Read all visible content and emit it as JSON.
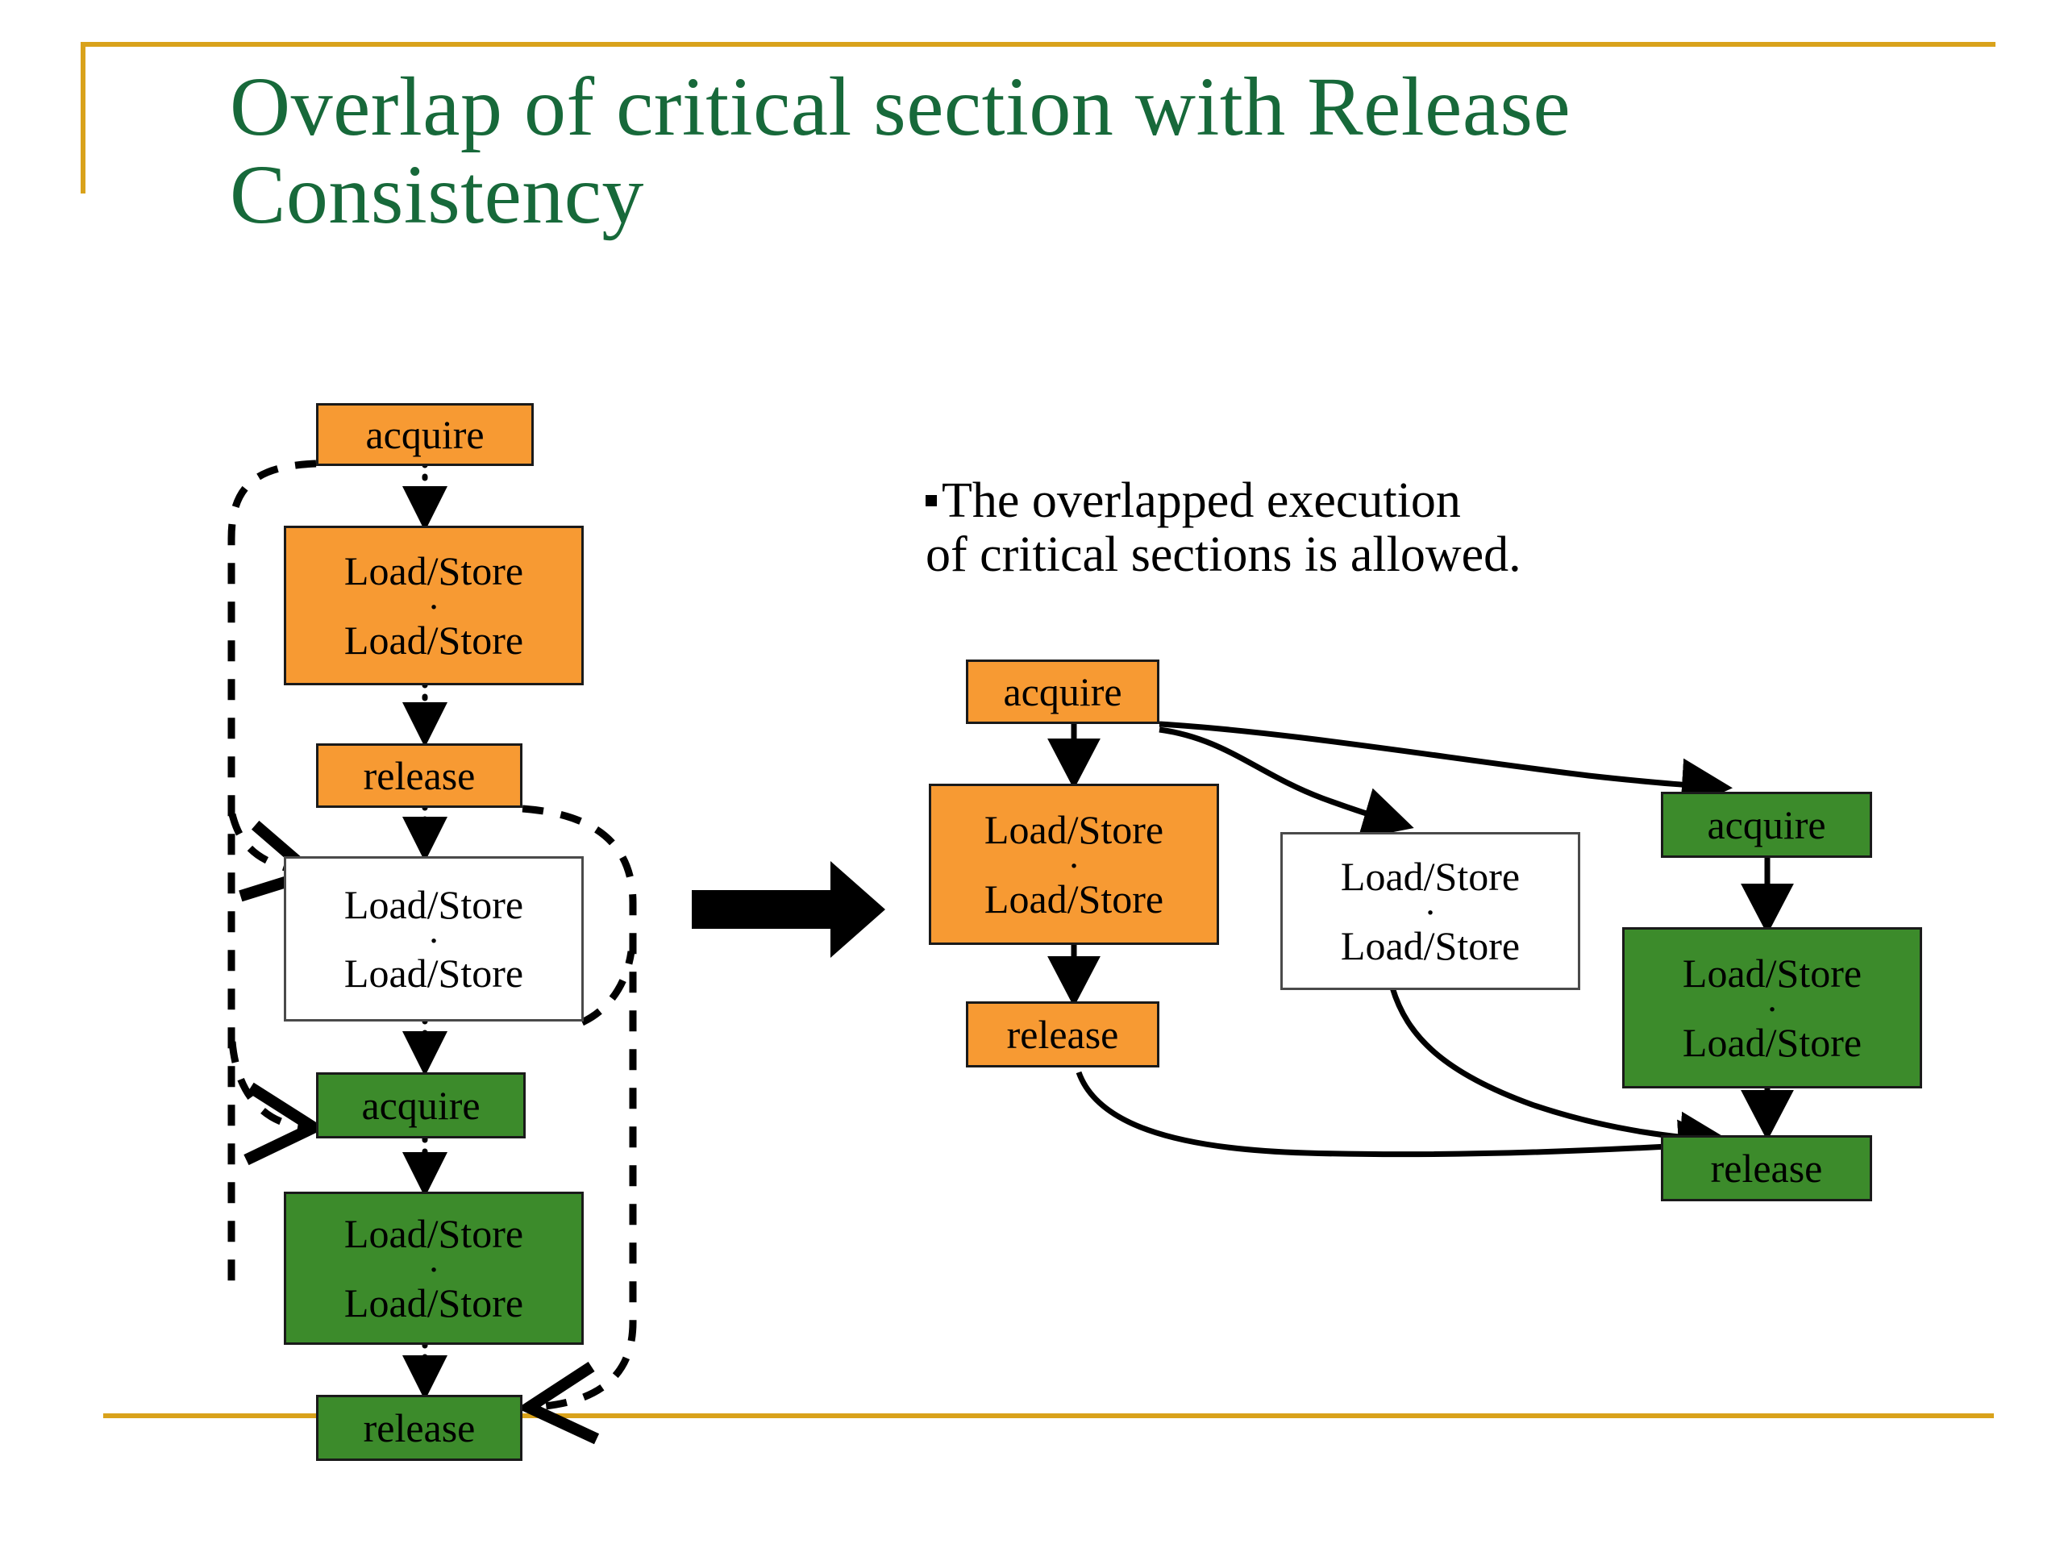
{
  "slide": {
    "title": "Overlap of critical section with Release\nConsistency",
    "title_color": "#17693A",
    "accent_rule_color": "#D9A21B",
    "caption": "The overlapped execution\nof  critical sections is allowed."
  },
  "palette": {
    "orange": "#F79A33",
    "green": "#3C8B2B",
    "white": "#FFFFFF",
    "outline": "#1A1A1A"
  },
  "labels": {
    "acquire": "acquire",
    "release": "release",
    "load_store": "Load/Store",
    "vertical_dots": "·"
  },
  "left_diagram": {
    "name": "sequential-execution",
    "nodes": [
      {
        "id": "l-acquire-1",
        "label": "acquire",
        "fill": "orange"
      },
      {
        "id": "l-ls-1-top",
        "label": "Load/Store",
        "fill": "orange",
        "second": "Load/Store"
      },
      {
        "id": "l-release-1",
        "label": "release",
        "fill": "orange"
      },
      {
        "id": "l-ls-mid",
        "label": "Load/Store",
        "fill": "white",
        "second": "Load/Store"
      },
      {
        "id": "l-acquire-2",
        "label": "acquire",
        "fill": "green"
      },
      {
        "id": "l-ls-2",
        "label": "Load/Store",
        "fill": "green",
        "second": "Load/Store"
      },
      {
        "id": "l-release-2",
        "label": "release",
        "fill": "green"
      }
    ],
    "edges_program_order": [
      {
        "from": "l-acquire-1",
        "to": "l-ls-1-top",
        "style": "dotted"
      },
      {
        "from": "l-ls-1-top",
        "to": "l-release-1",
        "style": "dotted"
      },
      {
        "from": "l-release-1",
        "to": "l-ls-mid",
        "style": "dotted"
      },
      {
        "from": "l-ls-mid",
        "to": "l-acquire-2",
        "style": "dotted"
      },
      {
        "from": "l-acquire-2",
        "to": "l-ls-2",
        "style": "dotted"
      },
      {
        "from": "l-ls-2",
        "to": "l-release-2",
        "style": "dotted"
      }
    ],
    "edges_dependency": [
      {
        "from": "l-acquire-1",
        "to": "l-ls-mid",
        "style": "dashed",
        "route": "left"
      },
      {
        "from": "l-acquire-1",
        "to": "l-acquire-2",
        "style": "dashed",
        "route": "left"
      },
      {
        "from": "l-release-1",
        "to": "l-release-2",
        "style": "dashed",
        "route": "right"
      }
    ]
  },
  "transform_arrow": {
    "name": "transform-arrow",
    "direction": "right"
  },
  "right_diagram": {
    "name": "overlapped-execution",
    "nodes": [
      {
        "id": "r-acquire-1",
        "label": "acquire",
        "fill": "orange"
      },
      {
        "id": "r-ls-1",
        "label": "Load/Store",
        "fill": "orange",
        "second": "Load/Store"
      },
      {
        "id": "r-release-1",
        "label": "release",
        "fill": "orange"
      },
      {
        "id": "r-ls-mid",
        "label": "Load/Store",
        "fill": "white",
        "second": "Load/Store"
      },
      {
        "id": "r-acquire-2",
        "label": "acquire",
        "fill": "green"
      },
      {
        "id": "r-ls-2",
        "label": "Load/Store",
        "fill": "green",
        "second": "Load/Store"
      },
      {
        "id": "r-release-2",
        "label": "release",
        "fill": "green"
      }
    ],
    "edges": [
      {
        "from": "r-acquire-1",
        "to": "r-ls-1",
        "style": "solid"
      },
      {
        "from": "r-ls-1",
        "to": "r-release-1",
        "style": "solid"
      },
      {
        "from": "r-acquire-1",
        "to": "r-ls-mid",
        "style": "solid-curve"
      },
      {
        "from": "r-acquire-1",
        "to": "r-acquire-2",
        "style": "solid-curve"
      },
      {
        "from": "r-acquire-2",
        "to": "r-ls-2",
        "style": "solid"
      },
      {
        "from": "r-ls-2",
        "to": "r-release-2",
        "style": "solid"
      },
      {
        "from": "r-ls-mid",
        "to": "r-release-2",
        "style": "solid-curve"
      },
      {
        "from": "r-release-1",
        "to": "r-release-2",
        "style": "solid-curve"
      }
    ]
  }
}
